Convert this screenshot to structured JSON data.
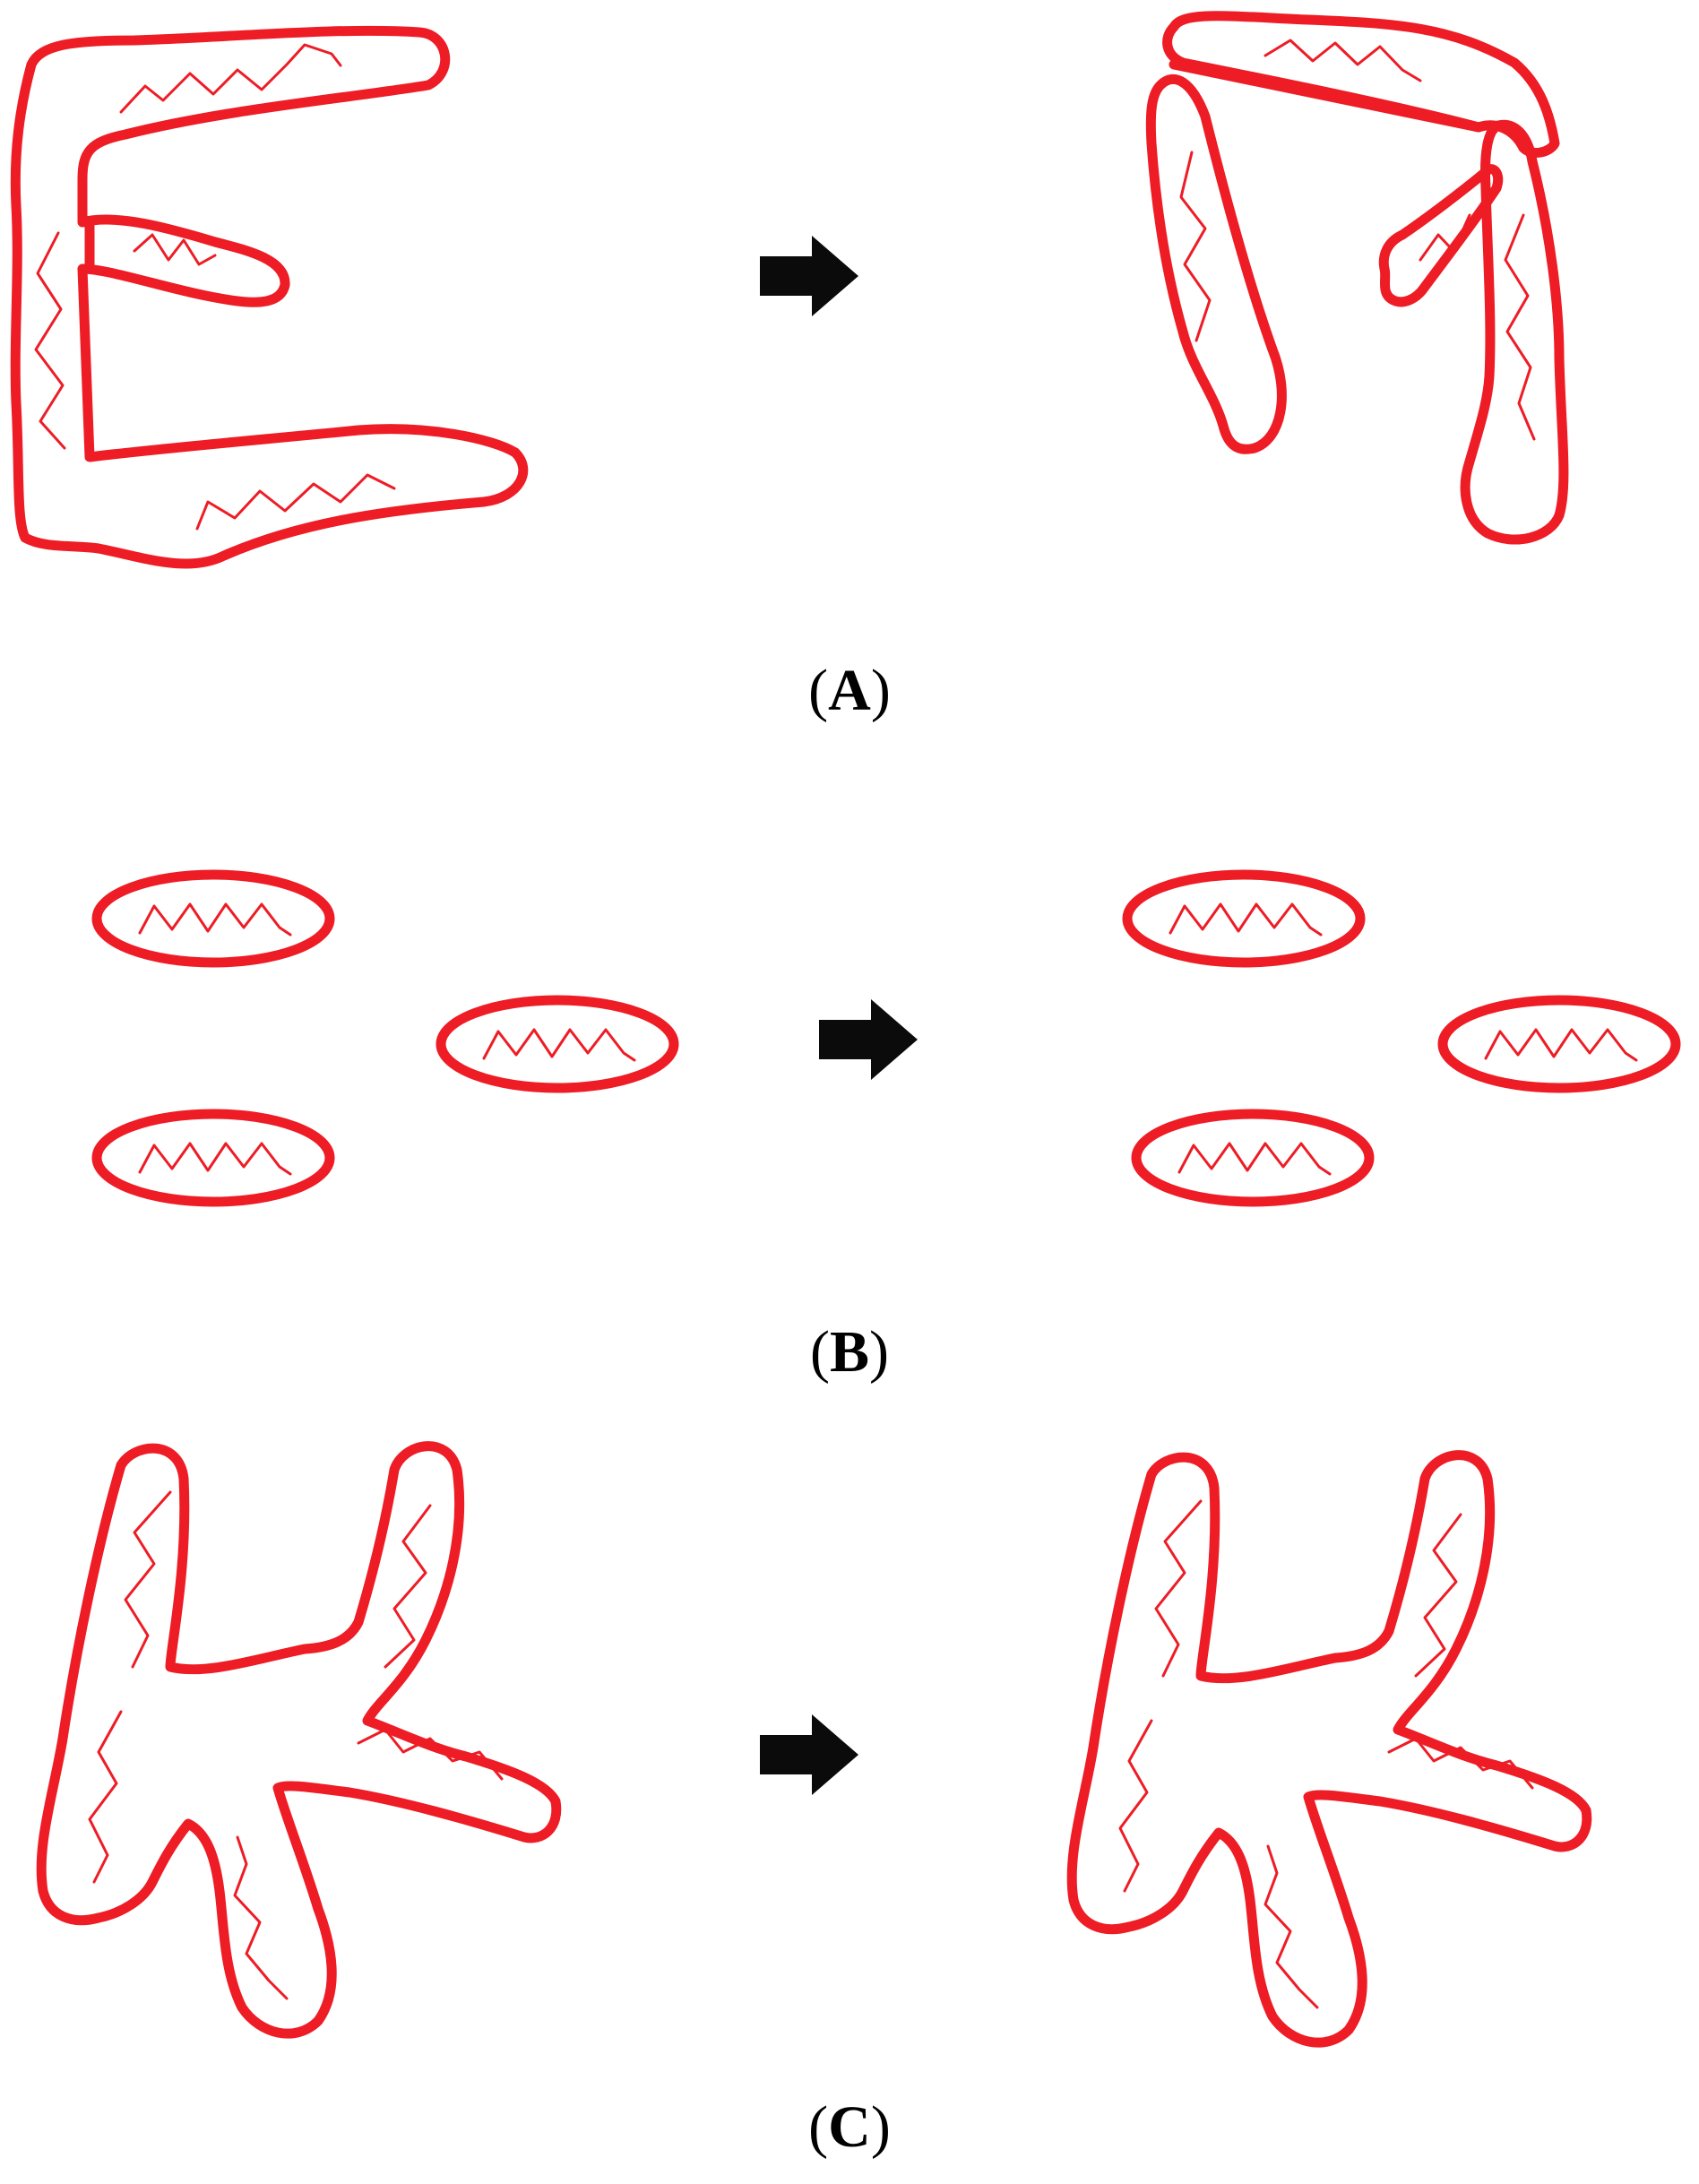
{
  "colors": {
    "mitochondrion": "#ee1c25",
    "arrow": "#0b0b0b",
    "label": "#000000"
  },
  "panels": [
    {
      "label": "A",
      "open": "(",
      "close": ")"
    },
    {
      "label": "B",
      "open": "(",
      "close": ")"
    },
    {
      "label": "C",
      "open": "(",
      "close": ")"
    }
  ],
  "icons": {
    "transition": "right-arrow-icon"
  }
}
